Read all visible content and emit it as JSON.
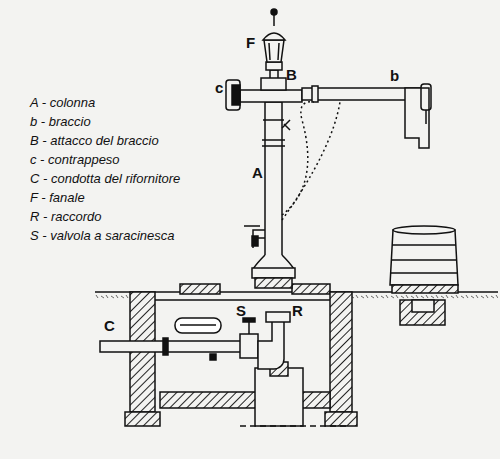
{
  "diagram": {
    "labels": [
      "A - colonna",
      "b - braccio",
      "B - attacco del braccio",
      "c - contrappeso",
      "C - condotta del rifornitore",
      "F - fanale",
      "R - raccordo",
      "S - valvola a saracinesca",
      "F",
      "B",
      "b",
      "c",
      "A",
      "C",
      "S",
      "R"
    ]
  }
}
